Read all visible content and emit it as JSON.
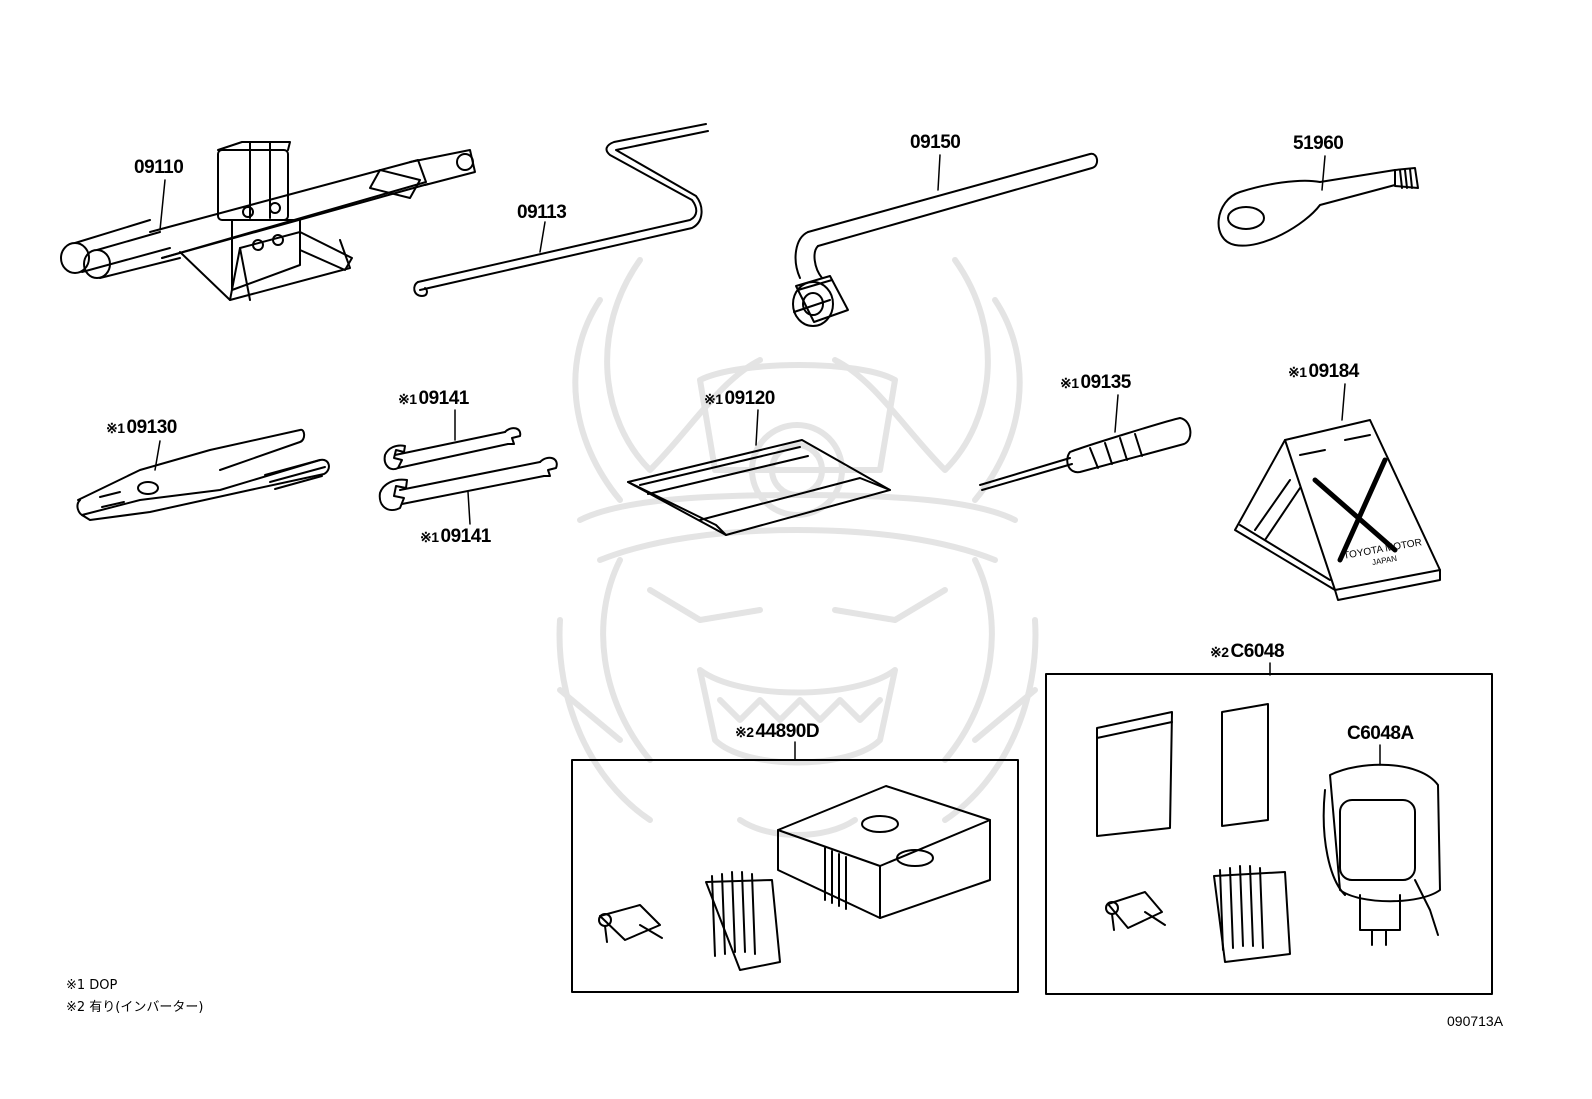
{
  "parts": {
    "p09110": {
      "prefix": "",
      "number": "09110"
    },
    "p09113": {
      "prefix": "",
      "number": "09113"
    },
    "p09150": {
      "prefix": "",
      "number": "09150"
    },
    "p51960": {
      "prefix": "",
      "number": "51960"
    },
    "p09130": {
      "prefix": "※1",
      "number": "09130"
    },
    "p09141a": {
      "prefix": "※1",
      "number": "09141"
    },
    "p09141b": {
      "prefix": "※1",
      "number": "09141"
    },
    "p09120": {
      "prefix": "※1",
      "number": "09120"
    },
    "p09135": {
      "prefix": "※1",
      "number": "09135"
    },
    "p09184": {
      "prefix": "※1",
      "number": "09184"
    },
    "p44890D": {
      "prefix": "※2",
      "number": "44890D"
    },
    "pC6048": {
      "prefix": "※2",
      "number": "C6048"
    },
    "pC6048A": {
      "prefix": "",
      "number": "C6048A"
    }
  },
  "chock_text": {
    "line1": "TOYOTA MOTOR",
    "line2": "JAPAN"
  },
  "legend": {
    "note1": "※1 DOP",
    "note2": "※2 有り(インバーター)"
  },
  "diagram_code": "090713A",
  "colors": {
    "ink": "#000000",
    "watermark": "#e6e6e6",
    "paper": "#ffffff"
  }
}
